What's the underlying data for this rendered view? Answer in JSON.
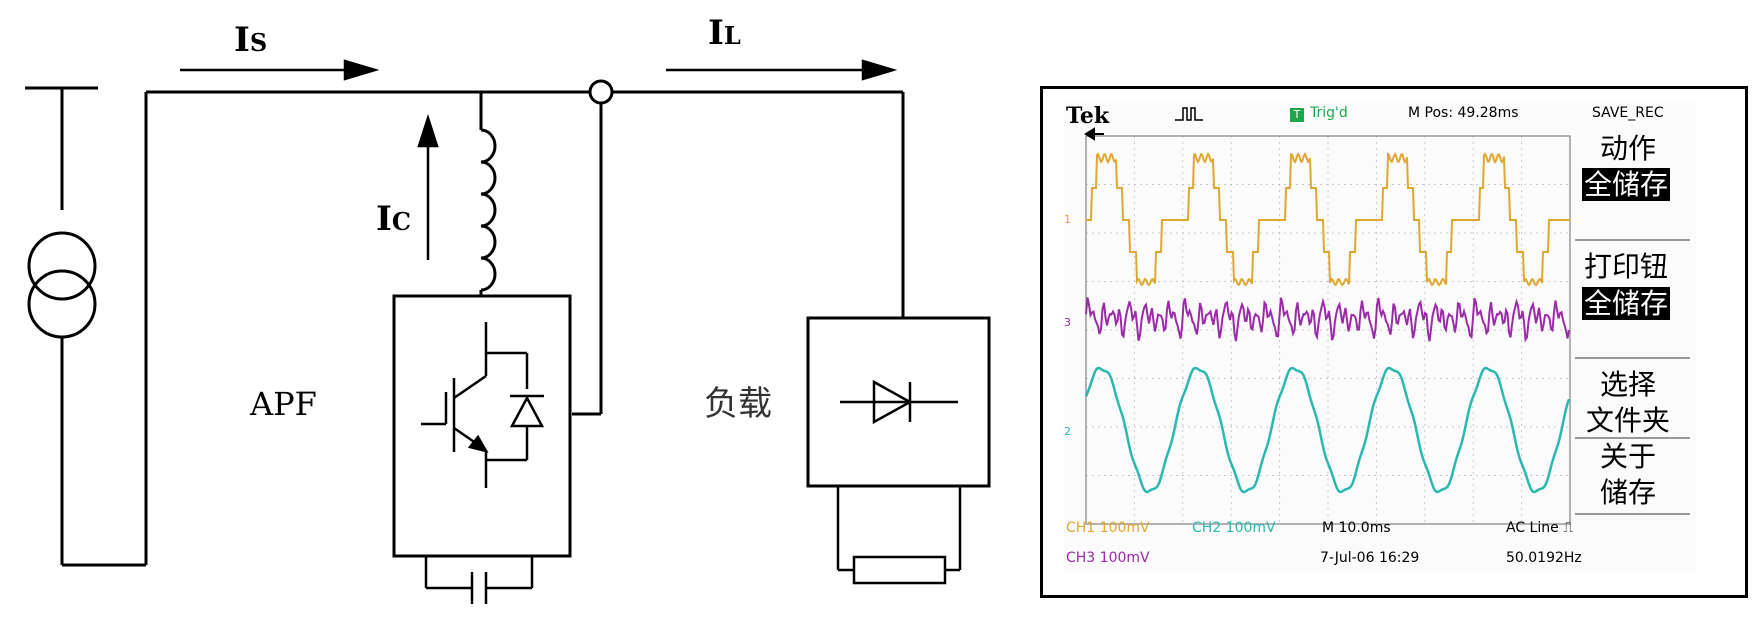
{
  "circuit": {
    "is_label": {
      "main": "I",
      "sub": "S"
    },
    "il_label": {
      "main": "I",
      "sub": "L"
    },
    "ic_label": {
      "main": "I",
      "sub": "C"
    },
    "apf_label": "APF",
    "load_label": "负载"
  },
  "scope": {
    "brand": "Tek",
    "trigger_status": "Trig'd",
    "m_pos": "M Pos: 49.28ms",
    "save_rec": "SAVE_REC",
    "menu": {
      "action_title": "动作",
      "action_value": "全储存",
      "print_title": "打印钮",
      "print_value": "全储存",
      "select_line1": "选择",
      "select_line2": "文件夹",
      "about_line1": "关于",
      "about_line2": "储存"
    },
    "ch1": "CH1  100mV",
    "ch2": "CH2  100mV",
    "ch3": "CH3  100mV",
    "timebase": "M 10.0ms",
    "trigger_source": "AC Line",
    "date": "7-Jul-06 16:29",
    "frequency": "50.0192Hz",
    "ch1_marker": "1",
    "ch2_marker": "2",
    "ch3_marker": "3",
    "colors": {
      "ch1": "#e0a830",
      "ch2": "#2ab8b0",
      "ch3": "#9a2aa8",
      "trig": "#1aa84a"
    }
  }
}
